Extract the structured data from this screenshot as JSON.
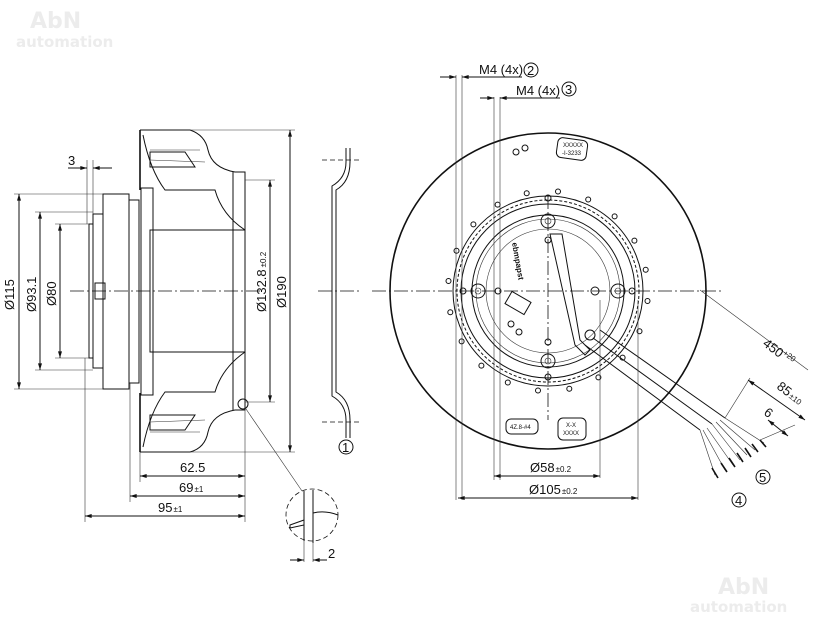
{
  "watermark": {
    "line1": "AbN",
    "line2": "automation"
  },
  "side_view": {
    "dims": {
      "d115": "Ø115",
      "d93": "Ø93.1",
      "d80": "Ø80",
      "d132": "Ø132.8",
      "d132_tol": "±0.2",
      "d190": "Ø190",
      "gap3": "3",
      "len62": "62.5",
      "len69": "69",
      "len69_tol": "±1",
      "len95": "95",
      "len95_tol": "±1"
    },
    "ring_callout": "1",
    "detail_dim": "2"
  },
  "front_view": {
    "m4_a": "M4 (4x)",
    "m4_a_callout": "2",
    "m4_b": "M4 (4x)",
    "m4_b_callout": "3",
    "label_top": [
      "XXXXX",
      "-I-3233"
    ],
    "label_bottom_left": "4Z.8-#4",
    "label_bottom_right": [
      "X-X",
      "XXXX"
    ],
    "brand_stamp": "ebmpapst",
    "d58": "Ø58",
    "d58_tol": "±0.2",
    "d105": "Ø105",
    "d105_tol": "±0.2",
    "cable_len": "450",
    "cable_len_tol": "+20",
    "strip_len": "85",
    "strip_len_tol": "±10",
    "end_len": "6",
    "callout_4": "4",
    "callout_5": "5"
  }
}
